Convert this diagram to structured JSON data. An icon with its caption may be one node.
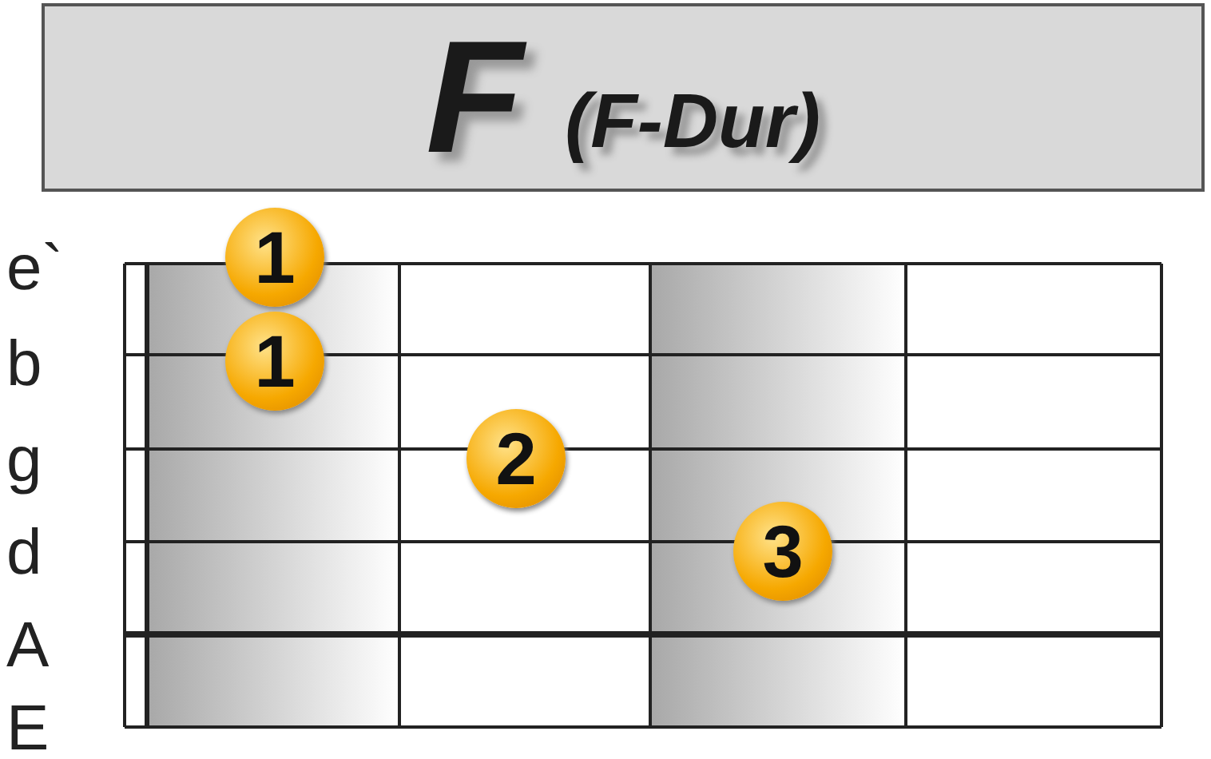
{
  "diagram": {
    "nodes": [
      {
        "text": [
          "F",
          "(F-Dur)"
        ]
      },
      {
        "text": [
          "1"
        ]
      },
      {
        "text": [
          "1"
        ]
      },
      {
        "text": [
          "2"
        ]
      },
      {
        "text": [
          "3"
        ]
      }
    ],
    "labels": [
      "e`",
      "b",
      "g",
      "d",
      "A",
      "E"
    ]
  }
}
